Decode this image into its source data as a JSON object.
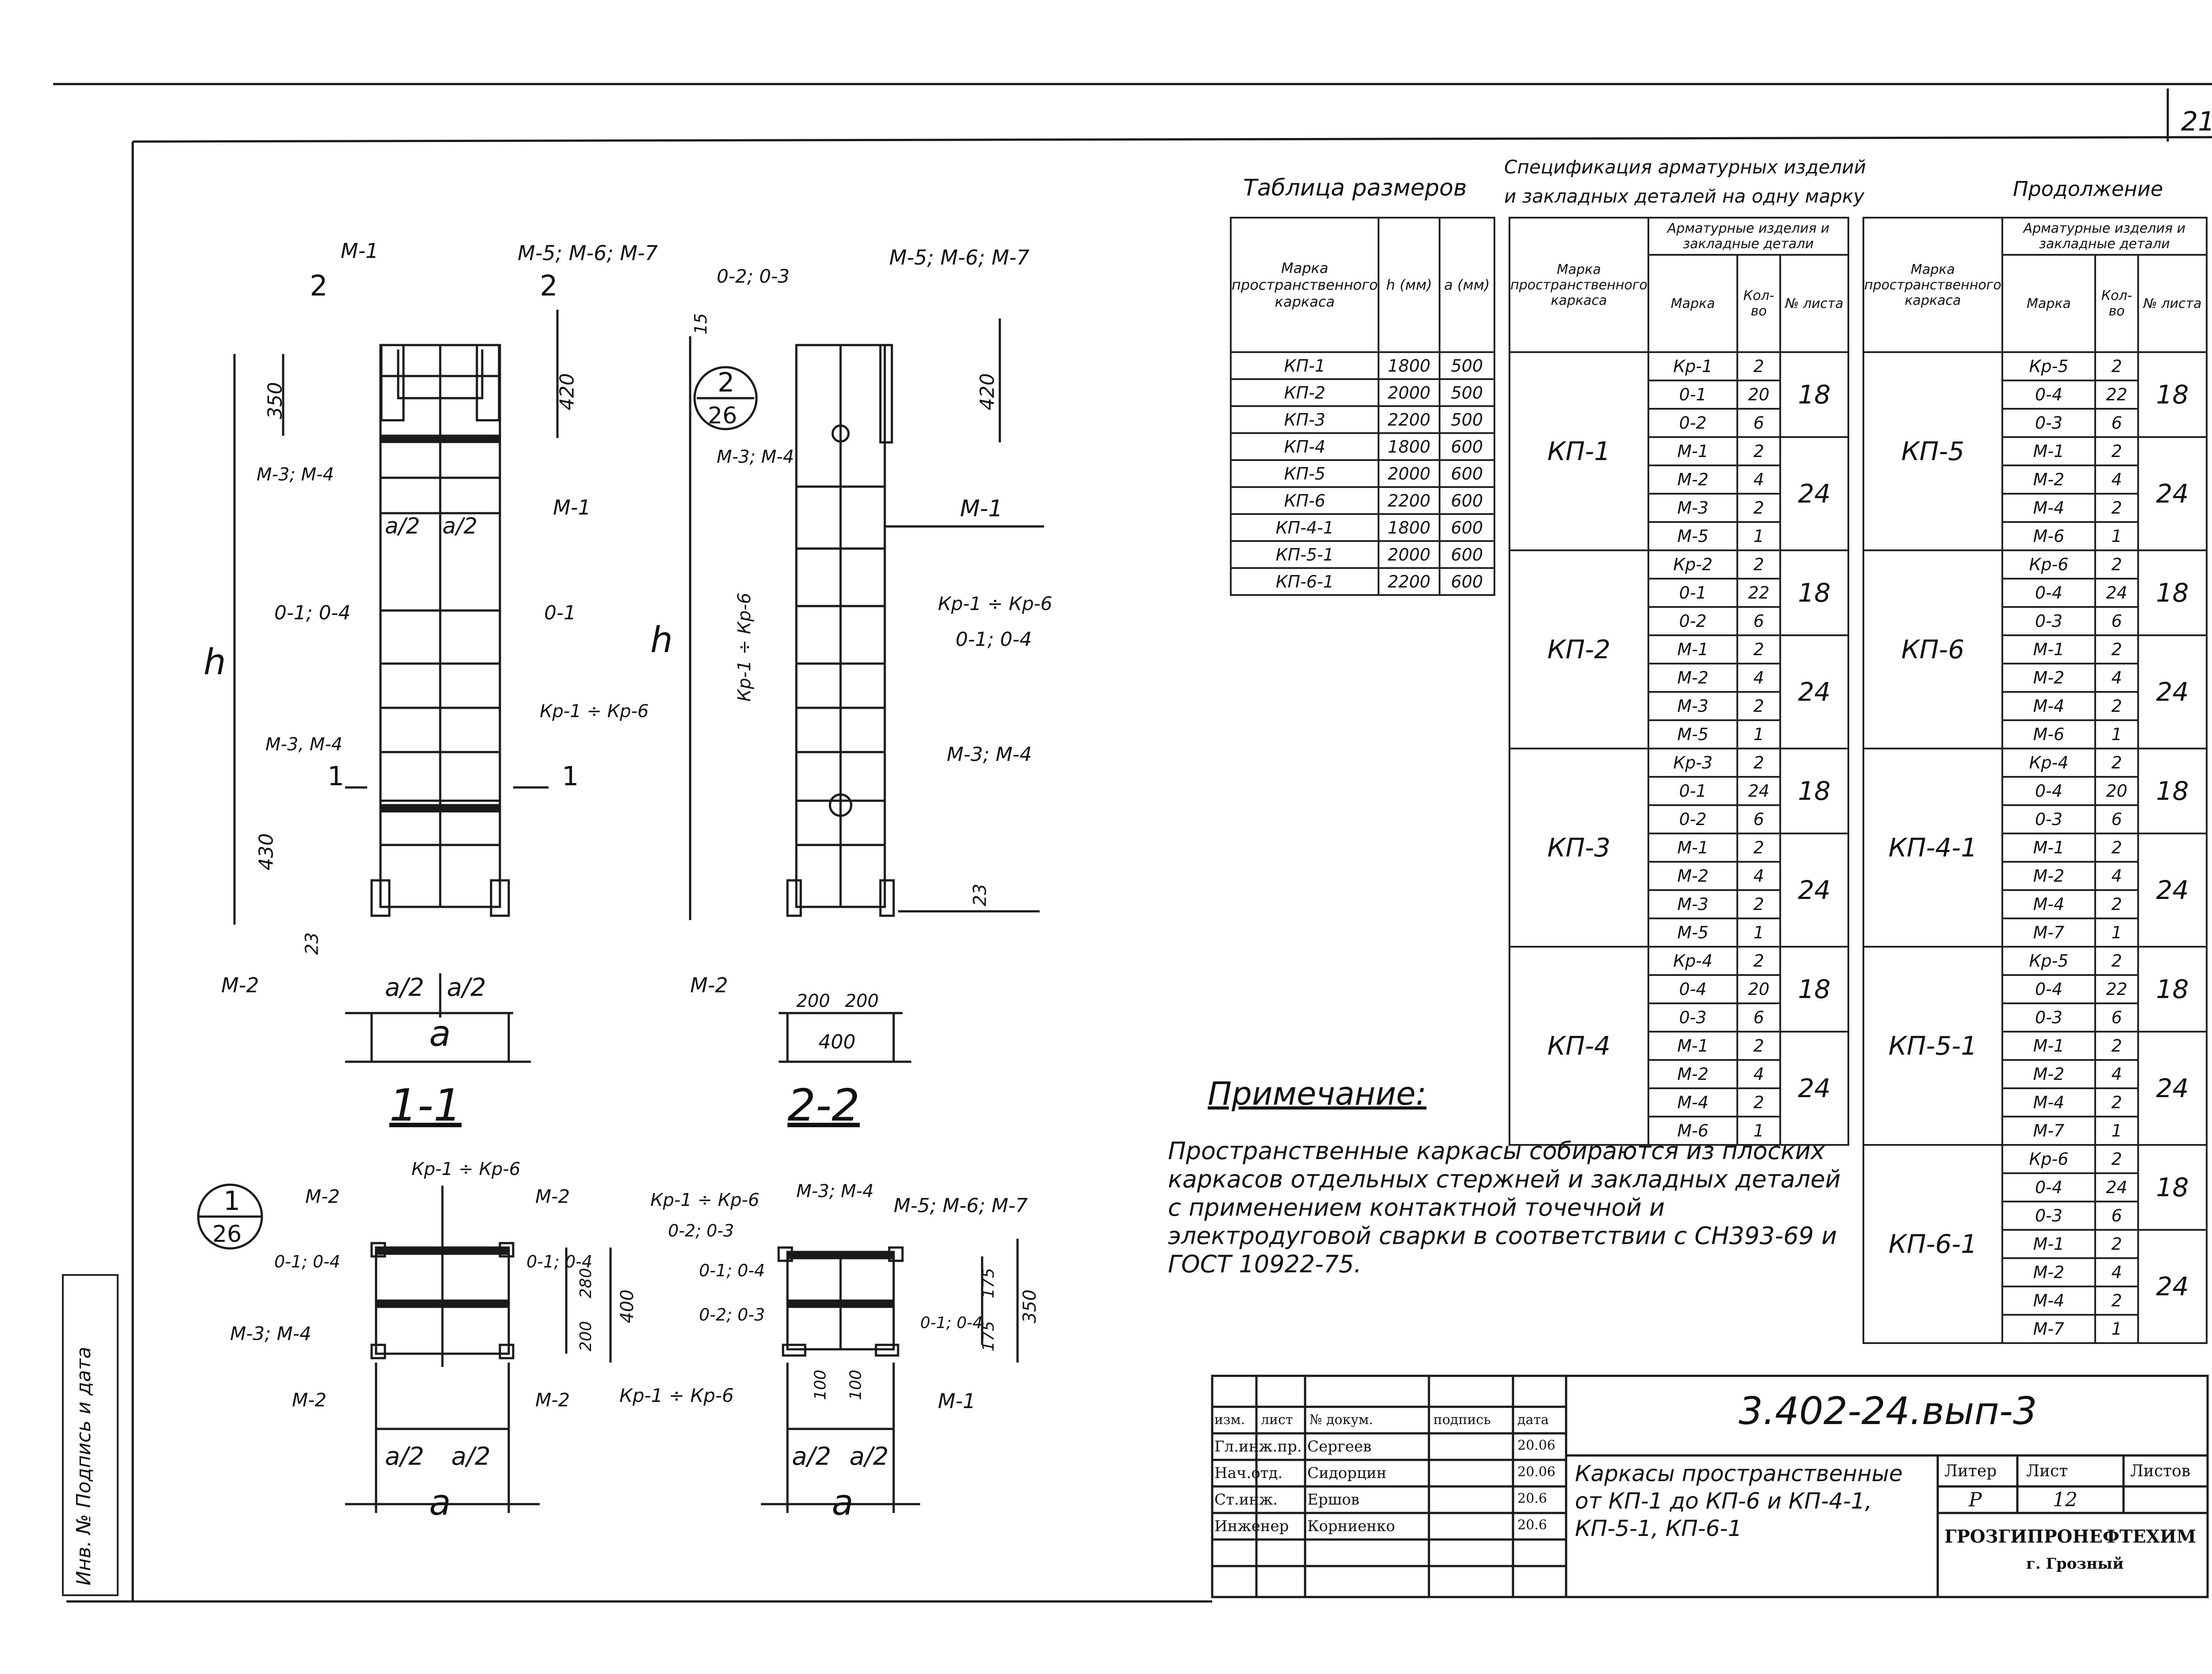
{
  "sheet": {
    "page_number": "21",
    "doc_code": "3.402-24.вып-3"
  },
  "dim_table": {
    "title": "Таблица размеров",
    "headers": [
      "Марка пространственного каркаса",
      "h (мм)",
      "a (мм)"
    ],
    "rows": [
      [
        "КП-1",
        "1800",
        "500"
      ],
      [
        "КП-2",
        "2000",
        "500"
      ],
      [
        "КП-3",
        "2200",
        "500"
      ],
      [
        "КП-4",
        "1800",
        "600"
      ],
      [
        "КП-5",
        "2000",
        "600"
      ],
      [
        "КП-6",
        "2200",
        "600"
      ],
      [
        "КП-4-1",
        "1800",
        "600"
      ],
      [
        "КП-5-1",
        "2000",
        "600"
      ],
      [
        "КП-6-1",
        "2200",
        "600"
      ]
    ]
  },
  "spec": {
    "title": "Спецификация арматурных изделий и закладных деталей на одну марку",
    "continuation_title": "Продолжение",
    "headers": {
      "mark": "Марка пространственного каркаса",
      "group": "Арматурные изделия и закладные детали",
      "item": "Марка",
      "qty": "Кол-во",
      "sheet": "№ листа"
    },
    "left": [
      {
        "mark": "КП-1",
        "items": [
          [
            "Кр-1",
            "2"
          ],
          [
            "0-1",
            "20"
          ],
          [
            "0-2",
            "6"
          ],
          [
            "М-1",
            "2"
          ],
          [
            "М-2",
            "4"
          ],
          [
            "М-3",
            "2"
          ],
          [
            "М-5",
            "1"
          ]
        ],
        "sheets": [
          "18",
          "24"
        ]
      },
      {
        "mark": "КП-2",
        "items": [
          [
            "Кр-2",
            "2"
          ],
          [
            "0-1",
            "22"
          ],
          [
            "0-2",
            "6"
          ],
          [
            "М-1",
            "2"
          ],
          [
            "М-2",
            "4"
          ],
          [
            "М-3",
            "2"
          ],
          [
            "М-5",
            "1"
          ]
        ],
        "sheets": [
          "18",
          "24"
        ]
      },
      {
        "mark": "КП-3",
        "items": [
          [
            "Кр-3",
            "2"
          ],
          [
            "0-1",
            "24"
          ],
          [
            "0-2",
            "6"
          ],
          [
            "М-1",
            "2"
          ],
          [
            "М-2",
            "4"
          ],
          [
            "М-3",
            "2"
          ],
          [
            "М-5",
            "1"
          ]
        ],
        "sheets": [
          "18",
          "24"
        ]
      },
      {
        "mark": "КП-4",
        "items": [
          [
            "Кр-4",
            "2"
          ],
          [
            "0-4",
            "20"
          ],
          [
            "0-3",
            "6"
          ],
          [
            "М-1",
            "2"
          ],
          [
            "М-2",
            "4"
          ],
          [
            "М-4",
            "2"
          ],
          [
            "М-6",
            "1"
          ]
        ],
        "sheets": [
          "18",
          "24"
        ]
      }
    ],
    "right": [
      {
        "mark": "КП-5",
        "items": [
          [
            "Кр-5",
            "2"
          ],
          [
            "0-4",
            "22"
          ],
          [
            "0-3",
            "6"
          ],
          [
            "М-1",
            "2"
          ],
          [
            "М-2",
            "4"
          ],
          [
            "М-4",
            "2"
          ],
          [
            "М-6",
            "1"
          ]
        ],
        "sheets": [
          "18",
          "24"
        ]
      },
      {
        "mark": "КП-6",
        "items": [
          [
            "Кр-6",
            "2"
          ],
          [
            "0-4",
            "24"
          ],
          [
            "0-3",
            "6"
          ],
          [
            "М-1",
            "2"
          ],
          [
            "М-2",
            "4"
          ],
          [
            "М-4",
            "2"
          ],
          [
            "М-6",
            "1"
          ]
        ],
        "sheets": [
          "18",
          "24"
        ]
      },
      {
        "mark": "КП-4-1",
        "items": [
          [
            "Кр-4",
            "2"
          ],
          [
            "0-4",
            "20"
          ],
          [
            "0-3",
            "6"
          ],
          [
            "М-1",
            "2"
          ],
          [
            "М-2",
            "4"
          ],
          [
            "М-4",
            "2"
          ],
          [
            "М-7",
            "1"
          ]
        ],
        "sheets": [
          "18",
          "24"
        ]
      },
      {
        "mark": "КП-5-1",
        "items": [
          [
            "Кр-5",
            "2"
          ],
          [
            "0-4",
            "22"
          ],
          [
            "0-3",
            "6"
          ],
          [
            "М-1",
            "2"
          ],
          [
            "М-2",
            "4"
          ],
          [
            "М-4",
            "2"
          ],
          [
            "М-7",
            "1"
          ]
        ],
        "sheets": [
          "18",
          "24"
        ]
      },
      {
        "mark": "КП-6-1",
        "items": [
          [
            "Кр-6",
            "2"
          ],
          [
            "0-4",
            "24"
          ],
          [
            "0-3",
            "6"
          ],
          [
            "М-1",
            "2"
          ],
          [
            "М-2",
            "4"
          ],
          [
            "М-4",
            "2"
          ],
          [
            "М-7",
            "1"
          ]
        ],
        "sheets": [
          "18",
          "24"
        ]
      }
    ]
  },
  "note": {
    "title": "Примечание:",
    "text": "Пространственные каркасы собираются из плоских каркасов отдельных стержней и закладных деталей с применением контактной точечной и электродуговой сварки в соответствии с СН393-69 и ГОСТ 10922-75."
  },
  "sections": {
    "s11": "1-1",
    "s22": "2-2",
    "ref_top": "2",
    "ref_bottom": "1",
    "ref_sheet": "26"
  },
  "drawing_labels": {
    "m1": "М-1",
    "m2": "М-2",
    "m3m4": "М-3; М-4",
    "m3m4b": "М-3, М-4",
    "m5m6m7": "М-5; М-6; М-7",
    "o1o4": "0-1; 0-4",
    "o1": "0-1",
    "o2o3": "0-2; 0-3",
    "kp": "Кр-1 ÷ Кр-6",
    "h": "h",
    "a": "a",
    "a2": "a/2",
    "d350": "350",
    "d420": "420",
    "d100": "100",
    "d430": "430",
    "d23": "23",
    "d15": "15",
    "d200": "200",
    "d400": "400",
    "d280": "280",
    "d175": "175",
    "o1o4s": "0-1\n0-4",
    "o2o3s": "0-2\n0-3"
  },
  "title_block": {
    "rows": [
      [
        "Гл.инж.пр.",
        "Сергеев",
        "20.06"
      ],
      [
        "Нач.отд.",
        "Сидорцин",
        "20.06"
      ],
      [
        "Ст.инж.",
        "Ершов",
        "20.6"
      ],
      [
        "Инженер",
        "Корниенко",
        "20.6"
      ]
    ],
    "head": [
      "изм.",
      "лист",
      "№ докум.",
      "подпись",
      "дата"
    ],
    "doc_title": "Каркасы пространственные от КП-1 до КП-6 и КП-4-1, КП-5-1, КП-6-1",
    "litera_label": "Литер",
    "sheet_label": "Лист",
    "sheets_label": "Листов",
    "litera": "Р",
    "sheet": "12",
    "org": "ГРОЗГИПРОНЕФТЕХИМ",
    "city": "г. Грозный"
  },
  "stamp": {
    "text": "Инв. № Подпись и дата"
  }
}
